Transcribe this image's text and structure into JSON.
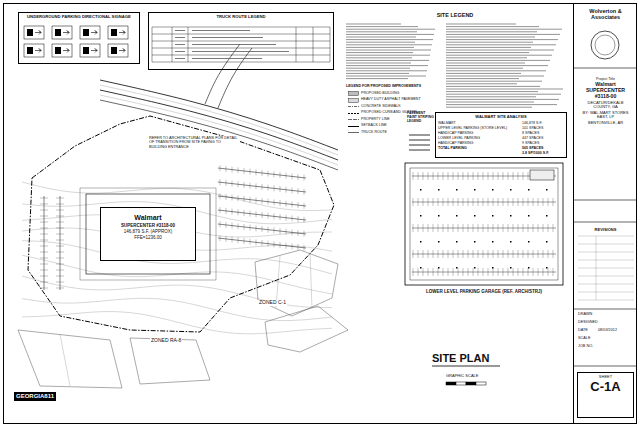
{
  "diagram": {
    "title": "SITE PLAN",
    "nodes": [
      {
        "text": [
          "UNDERGROUND PARKING DIRECTIONAL SIGNAGE"
        ]
      },
      {
        "text": [
          "TRUCK ROUTE LEGEND"
        ]
      },
      {
        "text": [
          "SITE LEGEND"
        ]
      },
      {
        "text": [
          "WALMART SITE ANALYSIS"
        ],
        "in": 2
      },
      {
        "text": [
          "Walmart",
          "SUPERCENTER #3118-00",
          "146,879 S.F. (APPROX)",
          "FFE=1236.00"
        ]
      },
      {
        "text": [
          "LOWER LEVEL PARKING GARAGE (REF. ARCH/STRJ)"
        ]
      },
      {
        "text": [
          "Wolverton & Associates"
        ]
      },
      {
        "text": [
          "Project Title",
          "Walmart SUPERCENTER #3118-00",
          "DECATUR/DEKALB COUNTY, GA",
          "BY: WAL-MART STORES EAST, LP",
          "BENTONVILLE, AR"
        ],
        "in": 6
      },
      {
        "text": [
          "REVISIONS"
        ],
        "in": 6
      },
      {
        "text": [
          "SHEET",
          "C-1A"
        ],
        "in": 6
      }
    ],
    "labels": [
      "REFER TO ARCHITECTURAL PLANS FOR DETAIL OF TRANSITION FROM SITE PAVING TO BUILDING ENTRANCE",
      "ZONED C-1",
      "ZONED RA-8",
      "GEORGIA811",
      "GRAPHIC SCALE",
      "PAVEMENT PAINT STRIPING LEGEND",
      "WALMART",
      "146,878 S.F.",
      "UPPER LEVEL PARKING (STORE LEVEL)",
      "101 SPACES",
      "HANDICAP PARKING",
      "8 SPACES",
      "LOWER LEVEL PARKING",
      "447 SPACES",
      "HANDICAP PARKING",
      "9 SPACES",
      "TOTAL PARKING",
      "565 SPACES",
      "3.8 SP/1000 S.F.",
      "LEGEND FOR PROPOSED IMPROVEMENTS",
      "DRAWN",
      "DESIGNED",
      "DATE",
      "08/03/2012",
      "SCALE",
      "JOB NO."
    ],
    "legend": [
      {
        "text": "PROPOSED BUILDING",
        "color": "#bdbdbd"
      },
      {
        "text": "HEAVY DUTY ASPHALT PAVEMENT",
        "color": "#d9d9d9"
      },
      {
        "text": "CONCRETE SIDEWALK"
      },
      {
        "text": "PROPOSED CURB AND GUTTER"
      },
      {
        "text": "PROPERTY LINE"
      },
      {
        "text": "SETBACK LINE"
      },
      {
        "text": "TRUCK ROUTE"
      }
    ]
  }
}
